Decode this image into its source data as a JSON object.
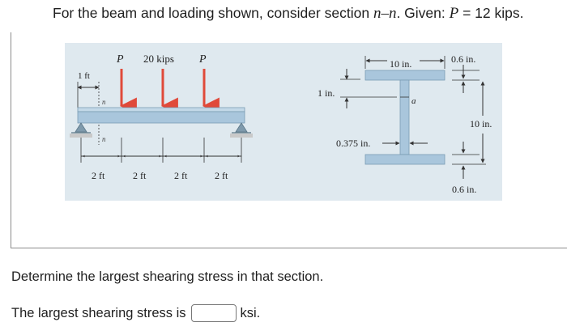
{
  "problem": {
    "intro": "For the beam and loading shown, consider section ",
    "section": "n–n",
    "given": ". Given: ",
    "var": "P",
    "value": " = 12 kips."
  },
  "figure": {
    "beam_labels": {
      "load_left": "P",
      "load_center": "20 kips",
      "load_right": "P",
      "top_dim": "1 ft",
      "section_mark_top": "n",
      "section_mark_bottom": "n",
      "spans": [
        "2 ft",
        "2 ft",
        "2 ft",
        "2 ft"
      ]
    },
    "section_labels": {
      "flange_width": "10 in.",
      "flange_thickness_top": "0.6 in.",
      "height_offset": "1 in.",
      "point_a": "a",
      "depth": "10 in.",
      "web_thickness": "0.375 in.",
      "flange_thickness_bottom": "0.6 in."
    },
    "colors": {
      "background": "#dfe9ef",
      "beam": "#a9c6dc",
      "load_arrow": "#e04a3a",
      "support": "#7f9aac"
    }
  },
  "question": {
    "prompt": "Determine the largest shearing stress in that section.",
    "answer_label": "The largest shearing stress is",
    "answer_value": "",
    "unit": "ksi."
  }
}
